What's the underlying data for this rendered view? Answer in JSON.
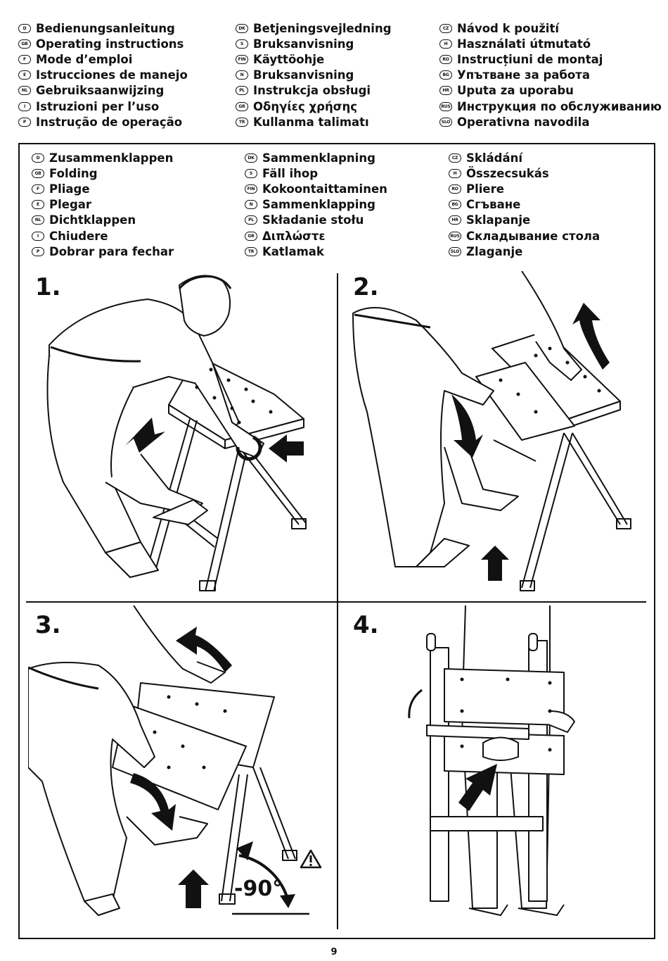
{
  "header": {
    "columns": [
      [
        {
          "code": "D",
          "text": "Bedienungsanleitung"
        },
        {
          "code": "GB",
          "text": "Operating instructions"
        },
        {
          "code": "F",
          "text": "Mode d’emploi"
        },
        {
          "code": "E",
          "text": "Istrucciones de manejo"
        },
        {
          "code": "NL",
          "text": "Gebruiksaanwijzing"
        },
        {
          "code": "I",
          "text": "Istruzioni per l’uso"
        },
        {
          "code": "P",
          "text": "Instrução de operação"
        }
      ],
      [
        {
          "code": "DK",
          "text": "Betjeningsvejledning"
        },
        {
          "code": "S",
          "text": "Bruksanvisning"
        },
        {
          "code": "FIN",
          "text": "Käyttöohje"
        },
        {
          "code": "N",
          "text": "Bruksanvisning"
        },
        {
          "code": "PL",
          "text": "Instrukcja obsługi"
        },
        {
          "code": "GR",
          "text": "Οδηγίες χρήσης"
        },
        {
          "code": "TR",
          "text": "Kullanma talimatı"
        }
      ],
      [
        {
          "code": "CZ",
          "text": "Návod k použití"
        },
        {
          "code": "H",
          "text": "Használati útmutató"
        },
        {
          "code": "RO",
          "text": "Instrucțiuni de montaj"
        },
        {
          "code": "BG",
          "text": "Упътване за работа"
        },
        {
          "code": "HR",
          "text": "Uputa za uporabu"
        },
        {
          "code": "RUS",
          "text": "Инструкция по обслуживанию"
        },
        {
          "code": "SLO",
          "text": "Operativna navodila"
        }
      ]
    ]
  },
  "section": {
    "columns": [
      [
        {
          "code": "D",
          "text": "Zusammenklappen"
        },
        {
          "code": "GB",
          "text": "Folding"
        },
        {
          "code": "F",
          "text": "Pliage"
        },
        {
          "code": "E",
          "text": "Plegar"
        },
        {
          "code": "NL",
          "text": "Dichtklappen"
        },
        {
          "code": "I",
          "text": "Chiudere"
        },
        {
          "code": "P",
          "text": "Dobrar para fechar"
        }
      ],
      [
        {
          "code": "DK",
          "text": "Sammenklapning"
        },
        {
          "code": "S",
          "text": "Fäll ihop"
        },
        {
          "code": "FIN",
          "text": "Kokoontaittaminen"
        },
        {
          "code": "N",
          "text": "Sammenklapping"
        },
        {
          "code": "PL",
          "text": "Składanie stołu"
        },
        {
          "code": "GR",
          "text": "Διπλώστε"
        },
        {
          "code": "TR",
          "text": "Katlamak"
        }
      ],
      [
        {
          "code": "CZ",
          "text": "Skládání"
        },
        {
          "code": "H",
          "text": "Összecsukás"
        },
        {
          "code": "RO",
          "text": "Pliere"
        },
        {
          "code": "BG",
          "text": "Сгъване"
        },
        {
          "code": "HR",
          "text": "Sklapanje"
        },
        {
          "code": "RUS",
          "text": "Складывание стола"
        },
        {
          "code": "SLO",
          "text": "Zlaganje"
        }
      ]
    ]
  },
  "steps": [
    "1.",
    "2.",
    "3.",
    "4."
  ],
  "angle_label": "-90°",
  "page_number": "9"
}
